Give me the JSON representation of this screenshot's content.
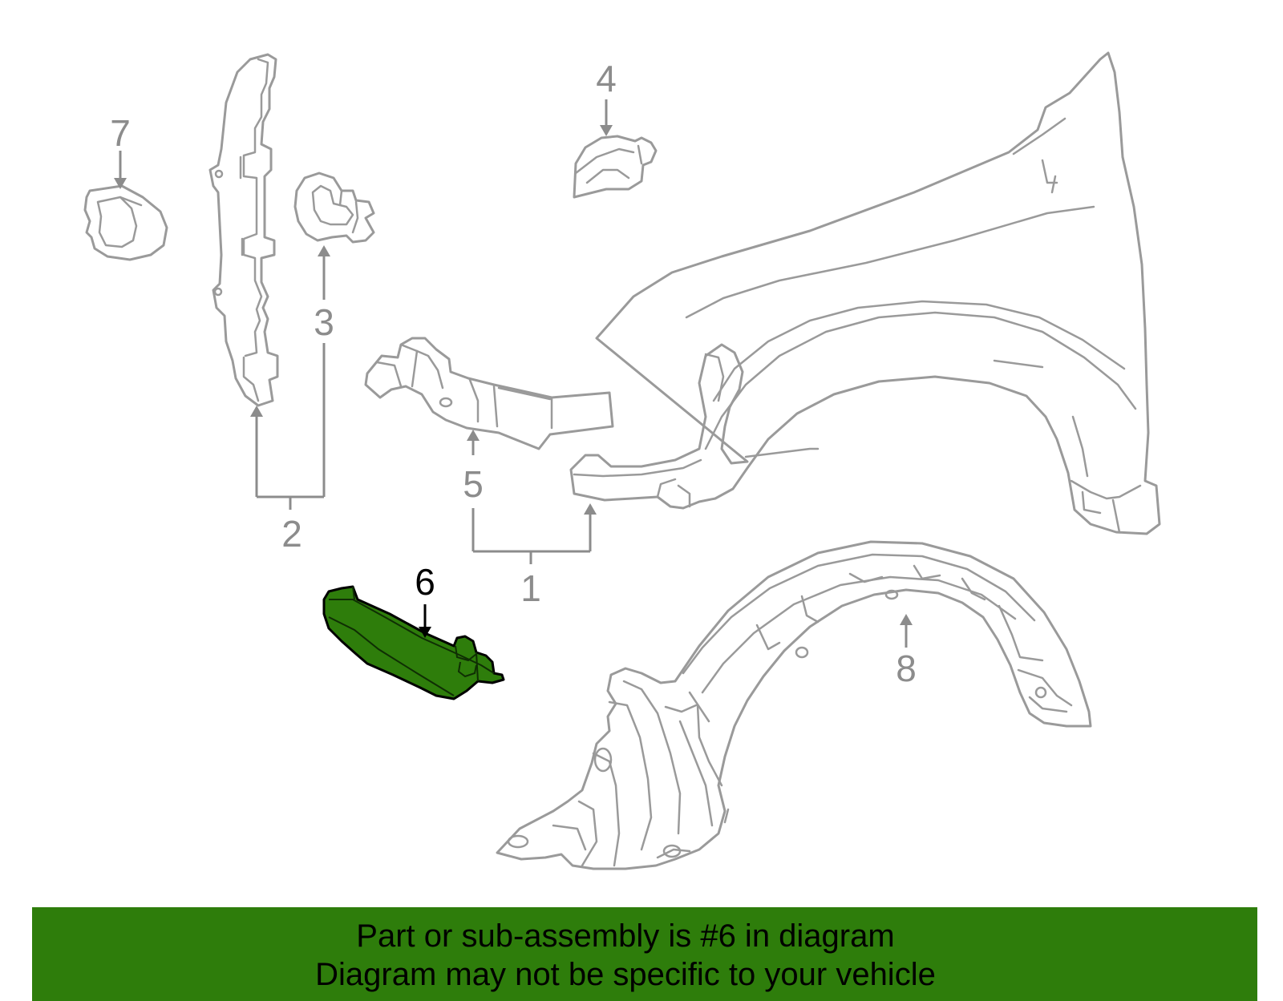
{
  "callouts": {
    "c1": "1",
    "c2": "2",
    "c3": "3",
    "c4": "4",
    "c5": "5",
    "c6": "6",
    "c7": "7",
    "c8": "8"
  },
  "banner": {
    "line1": "Part or sub-assembly is #6 in diagram",
    "line2": "Diagram may not be specific to your vehicle"
  },
  "colors": {
    "highlight": "#2e7d0b",
    "banner": "#2e7d0b",
    "line_art": "#9a9a9a"
  }
}
